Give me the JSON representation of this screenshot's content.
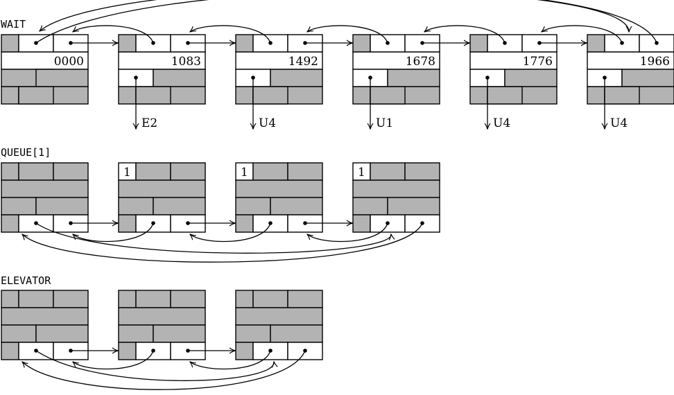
{
  "wait": {
    "title": "WAIT",
    "nodes": [
      {
        "time": "0000",
        "target": ""
      },
      {
        "time": "1083",
        "target": "E2"
      },
      {
        "time": "1492",
        "target": "U4"
      },
      {
        "time": "1678",
        "target": "U1"
      },
      {
        "time": "1776",
        "target": "U4"
      },
      {
        "time": "1966",
        "target": "U4"
      }
    ]
  },
  "queue": {
    "title": "QUEUE[1]",
    "nodes": [
      {
        "flag": ""
      },
      {
        "flag": "1"
      },
      {
        "flag": "1"
      },
      {
        "flag": "1"
      }
    ]
  },
  "elevator": {
    "title": "ELEVATOR",
    "nodes": [
      {},
      {},
      {}
    ]
  },
  "colors": {
    "shaded": "#b3b3b3",
    "line": "#000000",
    "background": "#ffffff"
  }
}
